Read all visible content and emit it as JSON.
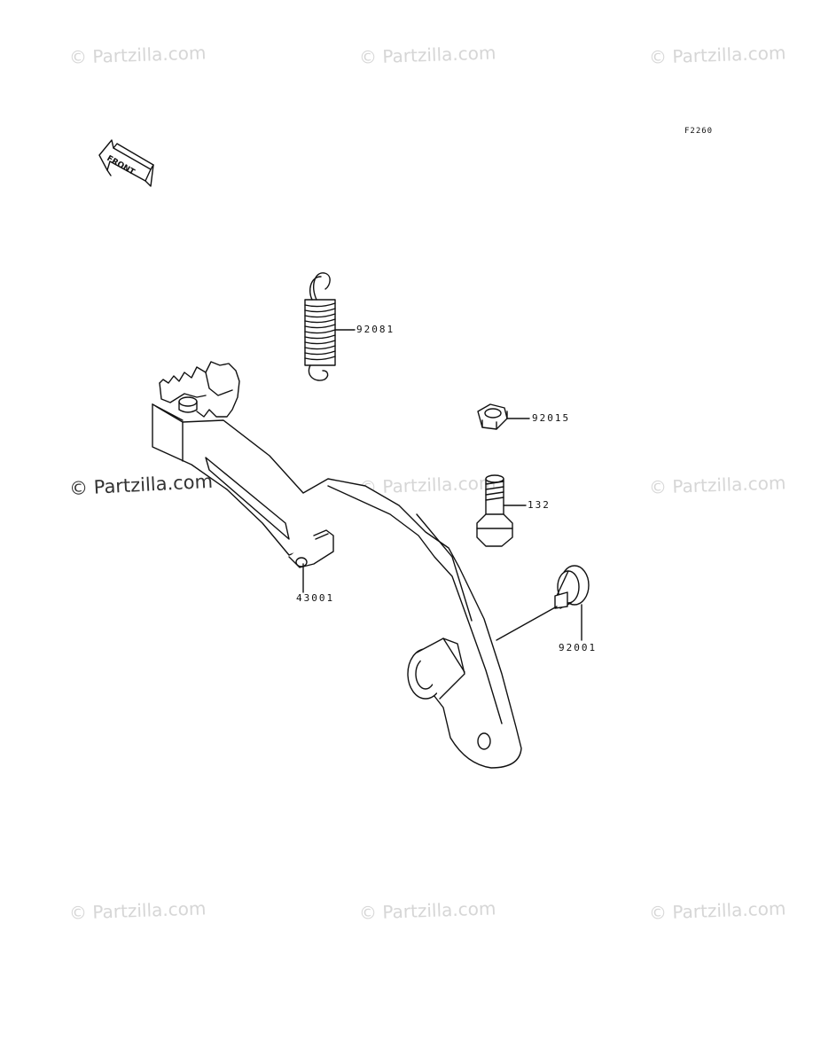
{
  "figure_code": "F2260",
  "front_arrow_text": "FRONT",
  "watermark_text": "© Partzilla.com",
  "parts": [
    {
      "number": "92081",
      "name": "spring"
    },
    {
      "number": "92015",
      "name": "nut"
    },
    {
      "number": "132",
      "name": "bolt"
    },
    {
      "number": "43001",
      "name": "brake-pedal"
    },
    {
      "number": "92001",
      "name": "bolt-flanged"
    }
  ]
}
